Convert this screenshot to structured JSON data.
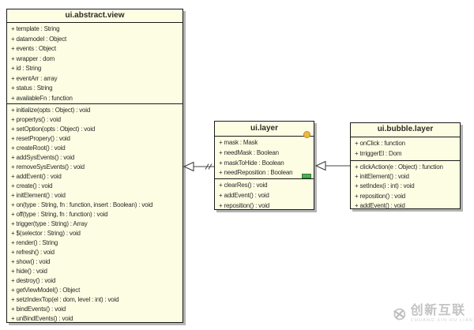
{
  "diagram": {
    "type": "uml-class-diagram",
    "colors": {
      "box_fill": "#fdfde3",
      "box_border": "#1a1a1a",
      "shadow": "#b4b4b4",
      "text": "#2b2b2b",
      "yellow_marker": "#ecba3e",
      "green_marker": "#4cae4f",
      "watermark_gray": "#c3c3c3"
    },
    "classes": [
      {
        "title": "ui.abstract.view",
        "attributes": [
          "+ template : String",
          "+ datamodel : Object",
          "+ events : Object",
          "+ wrapper : dom",
          "+ id : String",
          "+ eventArr : array",
          "+ status : String",
          "+ availableFn : function"
        ],
        "methods": [
          "+ initialize(opts : Object) : void",
          "+ propertys() : void",
          "+ setOption(opts : Object) : void",
          "+ resetPropery() : void",
          "+ createRoot() : void",
          "+ addSysEvents() : void",
          "+ removeSysEvents() : void",
          "+ addEvent() : void",
          "+ create() : void",
          "+ initElement() : void",
          "+ on(type : String, fn : function, insert : Boolean) : void",
          "+ off(type : String, fn : function) : void",
          "+ trigger(type : String) : Array",
          "+ $(selector : String) : void",
          "+ render() : String",
          "+ refresh() : void",
          "+ show() : void",
          "+ hide() : void",
          "+ destroy() : void",
          "+ getViewModel() : Object",
          "+ setzIndexTop(el : dom, level : int) : void",
          "+ bindEvents() : void",
          "+ unBindEvents() : void"
        ]
      },
      {
        "title": "ui.layer",
        "attributes": [
          "+ mask : Mask",
          "+ needMask : Boolean",
          "+ maskToHide : Boolean",
          "+ needReposition : Boolean"
        ],
        "methods": [
          "+ clearRes() : void",
          "+ addEvent() : void",
          "+ reposition() : void"
        ],
        "markers": [
          "yellow-dot",
          "green-bar"
        ]
      },
      {
        "title": "ui.bubble.layer",
        "attributes": [
          "+ onClick : function",
          "+ trriggerEl : Dom"
        ],
        "methods": [
          "+ clickAction(e : Object) : function",
          "+ initElement() : void",
          "+ setIndex(i : int) : void",
          "+ reposition() : void",
          "+ addEvent() : void"
        ]
      }
    ],
    "relations": [
      {
        "type": "generalization",
        "from": "ui.layer",
        "to": "ui.abstract.view"
      },
      {
        "type": "generalization",
        "from": "ui.bubble.layer",
        "to": "ui.layer"
      }
    ]
  },
  "watermark": {
    "text": "创新互联",
    "subtext": "CHUANG XIN HU LIAN"
  }
}
